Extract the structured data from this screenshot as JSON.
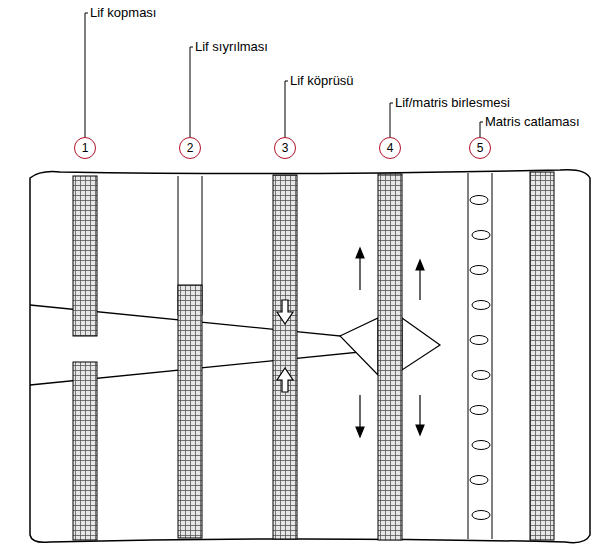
{
  "diagram": {
    "nodes": [
      {
        "text": [
          "1"
        ]
      },
      {
        "text": [
          "2"
        ]
      },
      {
        "text": [
          "3"
        ]
      },
      {
        "text": [
          "4"
        ]
      },
      {
        "text": [
          "5"
        ]
      }
    ],
    "labels": [
      "Lif kopması",
      "Lif sıyrılması",
      "Lif köprüsü",
      "Lif/matris birlesmesi",
      "Matris catlaması"
    ]
  }
}
